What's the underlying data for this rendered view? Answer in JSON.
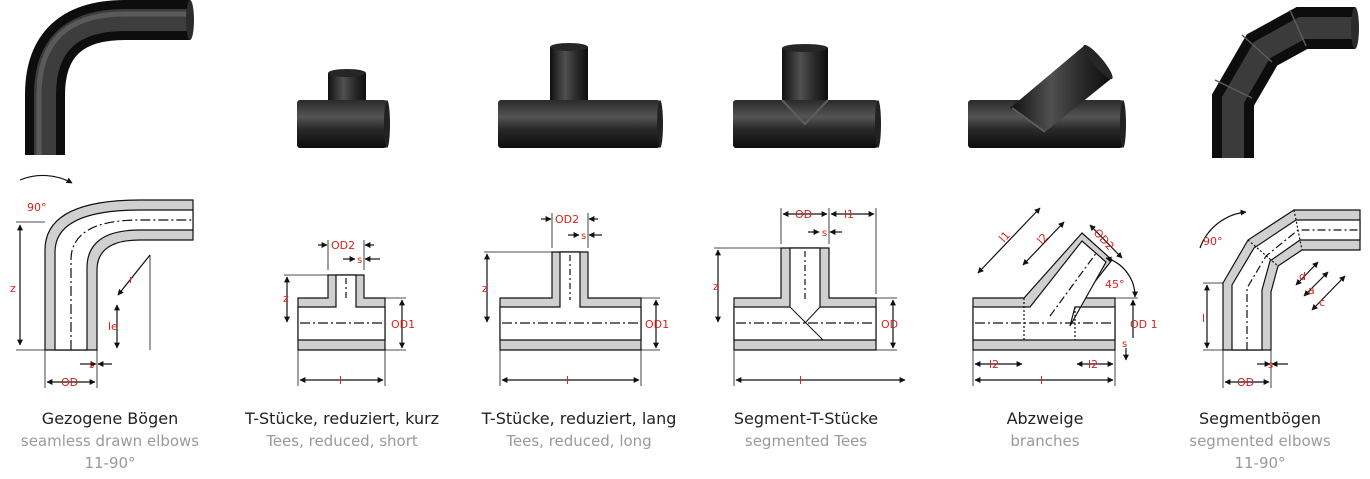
{
  "colors": {
    "pipe_light": "#4a4a4a",
    "pipe_dark": "#151515",
    "wall": "#cfcfcf",
    "line": "#111111",
    "label": "#d9211c"
  },
  "items": [
    {
      "de": "Gezogene Bögen",
      "en": "seamless drawn elbows",
      "en2": "11-90°",
      "labels": {
        "angle": "90°",
        "z": "z",
        "r": "r",
        "le": "le",
        "od": "OD",
        "s": "s"
      }
    },
    {
      "de": "T-Stücke, reduziert, kurz",
      "en": "Tees, reduced, short",
      "en2": "",
      "labels": {
        "od2": "OD2",
        "s": "s",
        "z": "z",
        "od1": "OD1",
        "l": "l"
      }
    },
    {
      "de": "T-Stücke, reduziert, lang",
      "en": "Tees, reduced, long",
      "en2": "",
      "labels": {
        "od2": "OD2",
        "s": "s",
        "z": "z",
        "od1": "OD1",
        "l": "l"
      }
    },
    {
      "de": "Segment-T-Stücke",
      "en": "segmented Tees",
      "en2": "",
      "labels": {
        "od": "OD",
        "l1": "l1",
        "s": "s",
        "z": "z",
        "od_side": "OD",
        "l": "l"
      }
    },
    {
      "de": "Abzweige",
      "en": "branches",
      "en2": "",
      "labels": {
        "l1": "l1",
        "l2": "l2",
        "od2": "OD2",
        "angle": "45°",
        "od1": "OD 1",
        "s": "s",
        "l2a": "l2",
        "l2b": "l2",
        "l": "l"
      }
    },
    {
      "de": "Segmentbögen",
      "en": "segmented elbows",
      "en2": "11-90°",
      "labels": {
        "angle": "90°",
        "d": "d",
        "a": "a",
        "c": "c",
        "l": "l",
        "od": "OD",
        "s": "s"
      }
    }
  ]
}
